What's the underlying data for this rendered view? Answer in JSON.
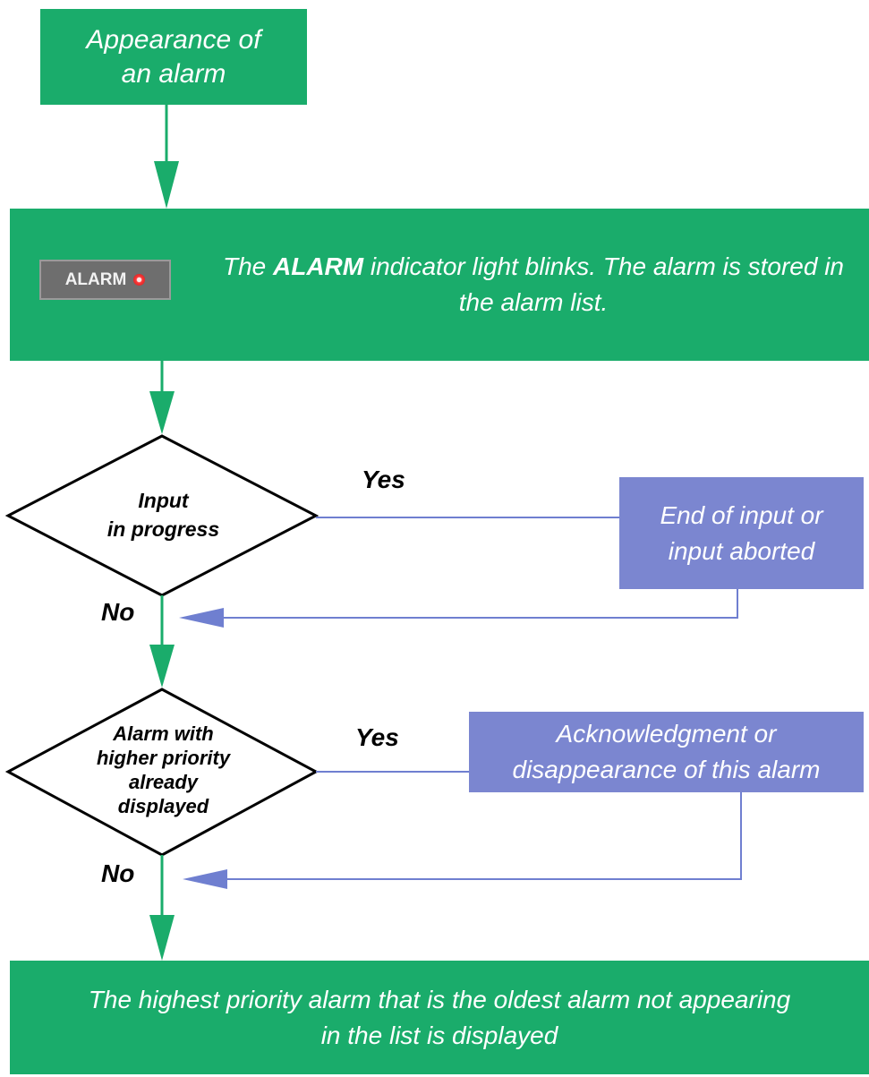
{
  "colors": {
    "process_green": "#1aac6b",
    "side_blue": "#7b86d0",
    "connector_blue": "#6f7fd0"
  },
  "start": {
    "line1": "Appearance of",
    "line2": "an alarm"
  },
  "stored": {
    "indicator_label": "ALARM",
    "text_before": "The ",
    "text_bold": "ALARM",
    "text_after": " indicator light blinks. The alarm is stored in the alarm list."
  },
  "decision1": {
    "line1": "Input",
    "line2": "in progress",
    "yes_label": "Yes",
    "no_label": "No"
  },
  "end_input": {
    "line1": "End of input or",
    "line2": "input aborted"
  },
  "decision2": {
    "line1": "Alarm with",
    "line2": "higher priority",
    "line3": "already",
    "line4": "displayed",
    "yes_label": "Yes",
    "no_label": "No"
  },
  "ack": {
    "line1": "Acknowledgment or",
    "line2": "disappearance of this alarm"
  },
  "result": {
    "line1": "The highest priority alarm that is the oldest alarm not appearing",
    "line2": "in the list is displayed"
  }
}
